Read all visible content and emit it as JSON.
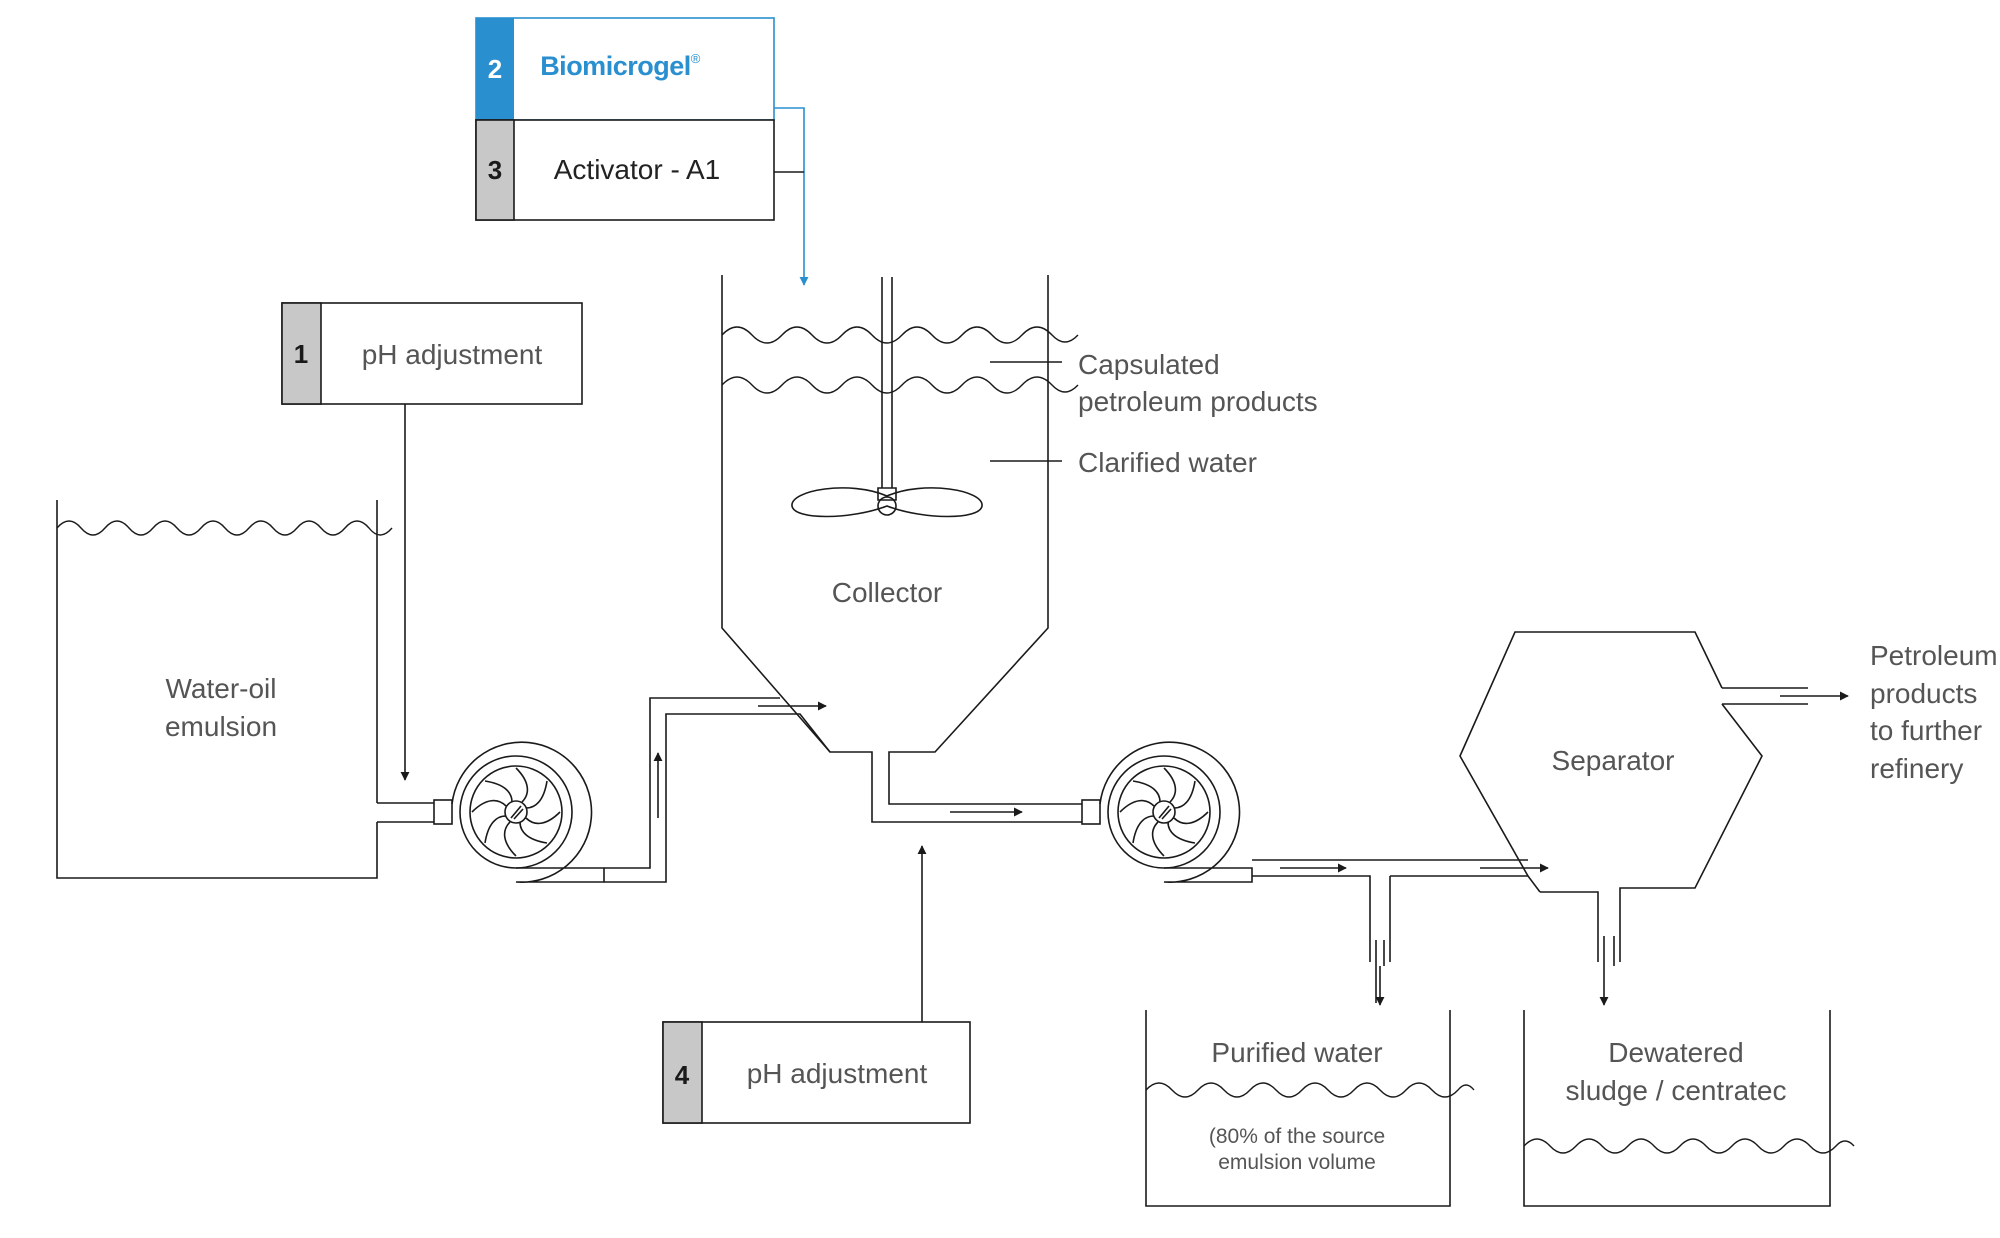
{
  "colors": {
    "accent": "#2a8fcf",
    "badge_grey": "#c8c8c8",
    "line": "#1a1a1a",
    "text": "#555555"
  },
  "reagents": [
    {
      "number": "1",
      "label": "pH adjustment"
    },
    {
      "number": "2",
      "label": "Biomicrogel",
      "mark": "®"
    },
    {
      "number": "3",
      "label": "Activator - A1"
    },
    {
      "number": "4",
      "label": "pH adjustment"
    }
  ],
  "tanks": {
    "source": {
      "line1": "Water-oil",
      "line2": "emulsion"
    },
    "collector": {
      "label": "Collector"
    },
    "separator": {
      "label": "Separator"
    },
    "purified": {
      "title": "Purified water",
      "note1": "(80% of the source",
      "note2": "emulsion volume"
    },
    "sludge": {
      "line1": "Dewatered",
      "line2": "sludge / centratec"
    }
  },
  "layers": {
    "capsulated1": "Capsulated",
    "capsulated2": "petroleum products",
    "clarified": "Clarified water"
  },
  "outputs": {
    "petroleum": [
      "Petroleum",
      "products",
      "to further",
      "refinery"
    ]
  },
  "icons": [
    "pump-icon",
    "stirrer-icon",
    "arrow-icon"
  ]
}
